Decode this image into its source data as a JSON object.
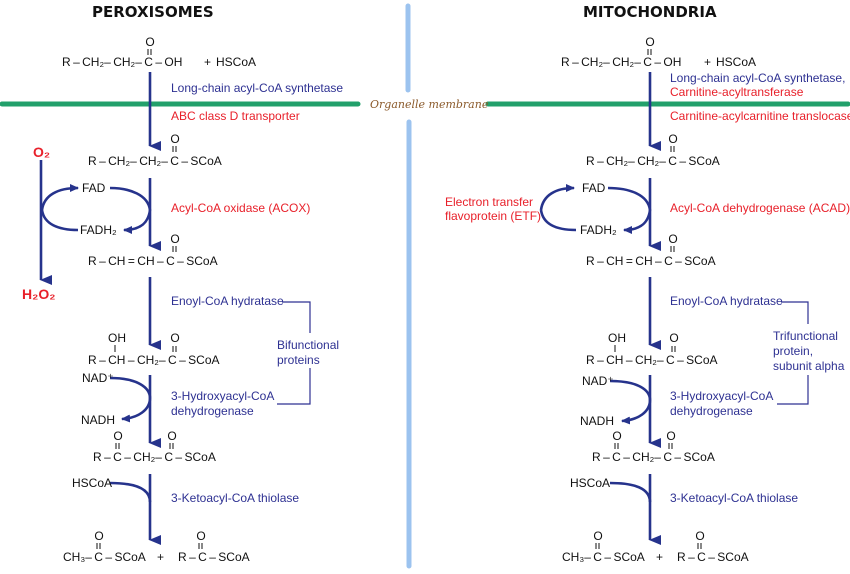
{
  "colors": {
    "arrow": "#26338c",
    "enzyme_blue": "#2e3192",
    "enzyme_red": "#e8202a",
    "membrane_green": "#22a06b",
    "divider_blue": "#9cc3ef",
    "membrane_label": "#8b5a2b"
  },
  "membrane_label": "Organelle membrane",
  "chem": {
    "start_left": "R – CH₂– CH₂– C – OH",
    "start_right_plus": "+",
    "hscoa": "HSCoA",
    "oxygen": "O",
    "acyl_coa": "R – CH₂– CH₂– C – SCoA",
    "enoyl_coa": "R – CH = CH – C – SCoA",
    "hydroxyacyl_coa": "R – CH – CH₂– C – SCoA",
    "oh": "OH",
    "ketoacyl_coa": "R – C – CH₂– C – SCoA",
    "acetyl_coa": "CH₃– C – SCoA",
    "plus": "+",
    "shortened_acyl_coa": "R – C – SCoA",
    "fad": "FAD",
    "fadh2": "FADH₂",
    "nad": "NAD⁺",
    "nadh": "NADH"
  },
  "peroxisomes": {
    "title": "PEROXISOMES",
    "o2": "O₂",
    "h2o2": "H₂O₂",
    "step0_enzyme": "Long-chain acyl-CoA synthetase",
    "transport": "ABC class D transporter",
    "step1_enzyme": "Acyl-CoA oxidase (ACOX)",
    "step2_enzyme": "Enoyl-CoA hydratase",
    "step3_enzyme_line1": "3-Hydroxyacyl-CoA",
    "step3_enzyme_line2": "dehydrogenase",
    "complex_line1": "Bifunctional",
    "complex_line2": "proteins",
    "step4_enzyme": "3-Ketoacyl-CoA thiolase"
  },
  "mitochondria": {
    "title": "MITOCHONDRIA",
    "step0_enzyme": "Long-chain acyl-CoA synthetase,",
    "step0_enzyme_red": "Carnitine-acyltransferase",
    "transport": "Carnitine-acylcarnitine translocase",
    "etf_line1": "Electron transfer",
    "etf_line2": "flavoprotein (ETF)",
    "step1_enzyme": "Acyl-CoA dehydrogenase (ACAD)",
    "step2_enzyme": "Enoyl-CoA hydratase",
    "step3_enzyme_line1": "3-Hydroxyacyl-CoA",
    "step3_enzyme_line2": "dehydrogenase",
    "complex_line1": "Trifunctional",
    "complex_line2": "protein,",
    "complex_line3": "subunit alpha",
    "step4_enzyme": "3-Ketoacyl-CoA thiolase"
  }
}
